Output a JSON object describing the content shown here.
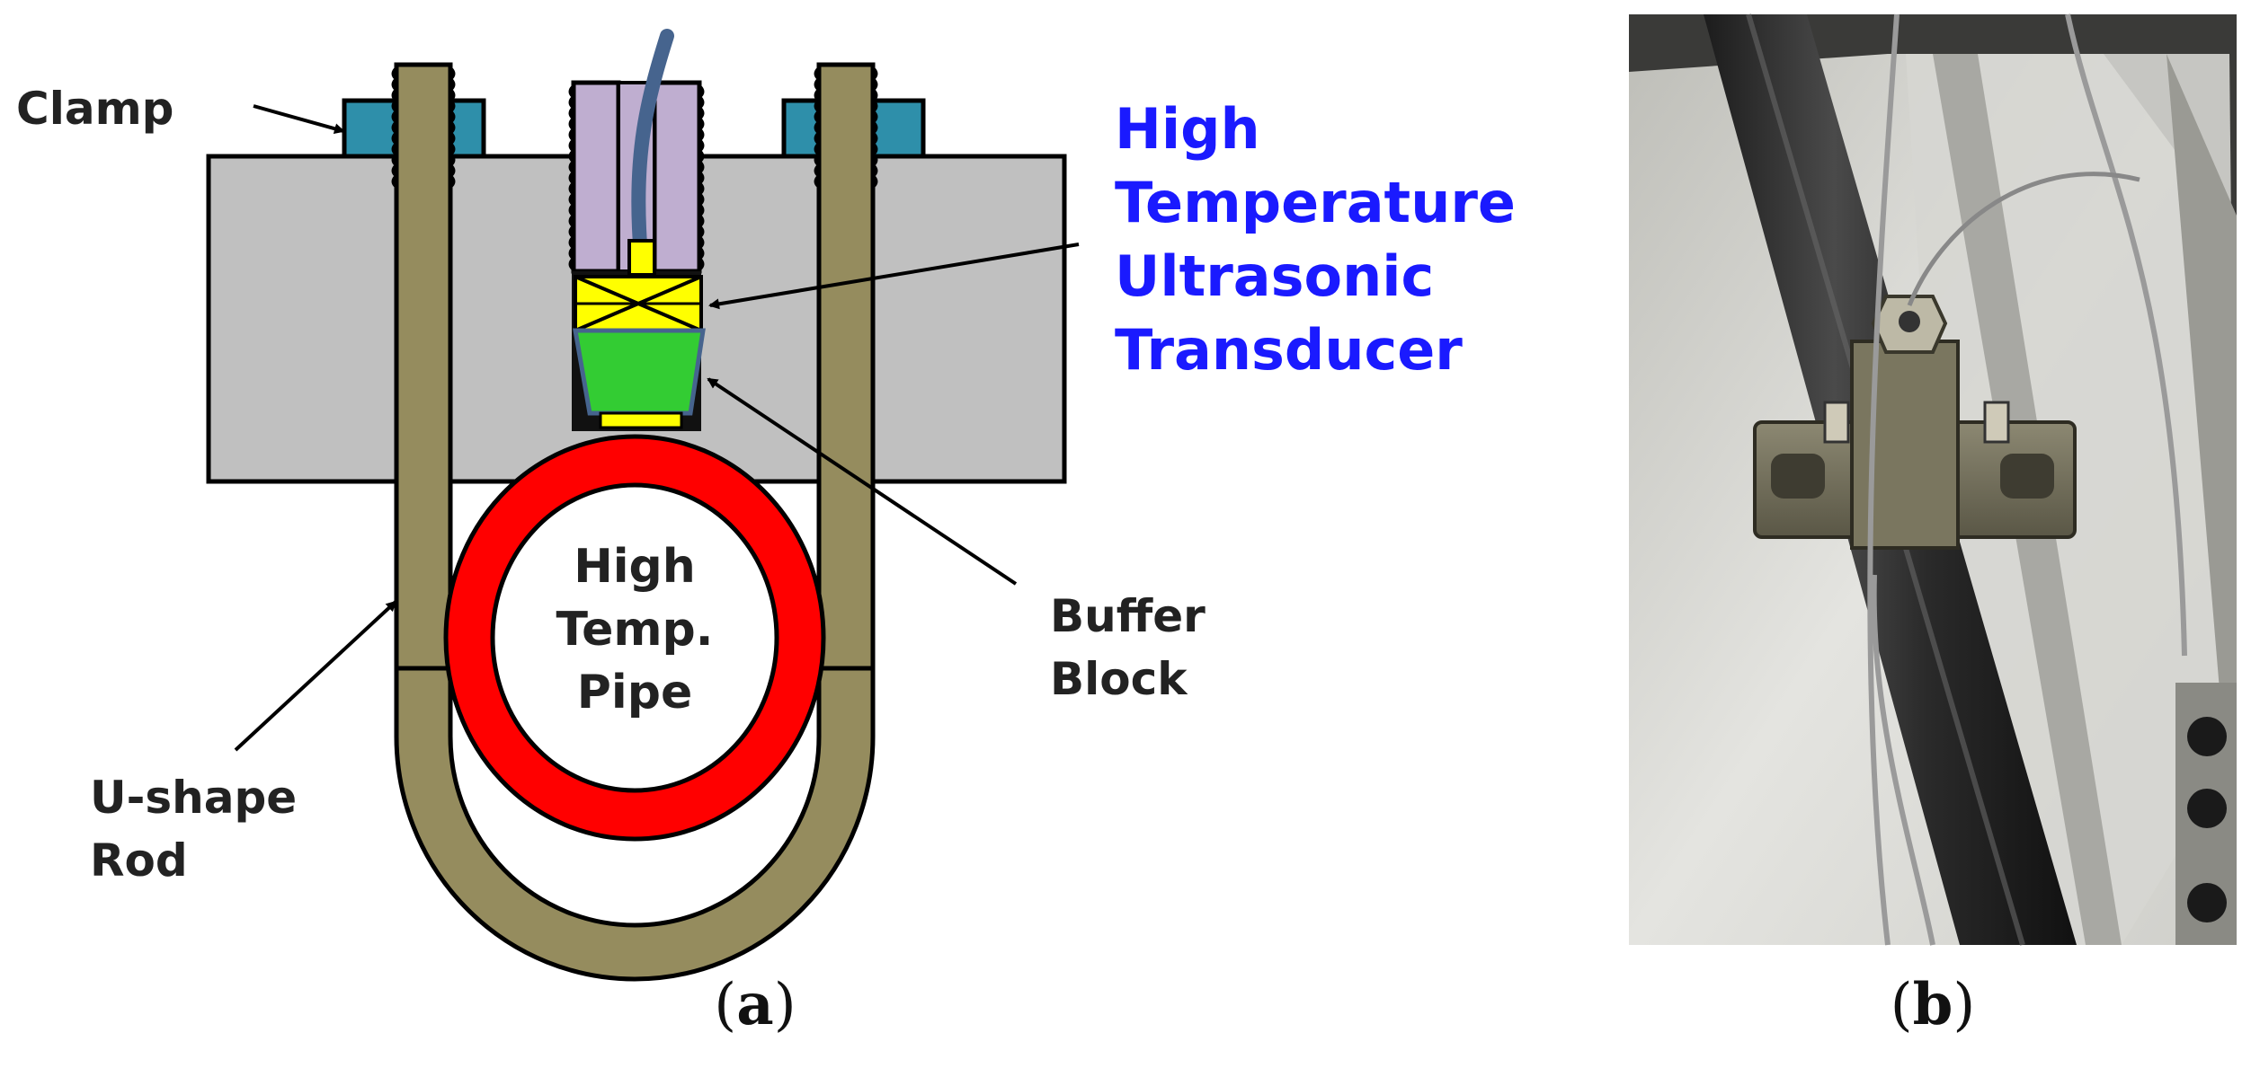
{
  "panel_a": {
    "labels": {
      "clamp": "Clamp",
      "transducer": [
        "High",
        "Temperature",
        "Ultrasonic",
        "Transducer"
      ],
      "buffer": [
        "Buffer",
        "Block"
      ],
      "pipe": [
        "High",
        "Temp.",
        "Pipe"
      ],
      "rod": [
        "U-shape",
        "Rod"
      ]
    },
    "caption": {
      "open": "(",
      "letter": "a",
      "close": ")"
    }
  },
  "panel_b": {
    "caption": {
      "open": "(",
      "letter": "b",
      "close": ")"
    }
  },
  "colors": {
    "block": "#c0c0c0",
    "rod": "#958c5e",
    "pipe": "#ff0000",
    "nut": "#2e8faa",
    "sleeve": "#bfaed0",
    "cable": "#46648e",
    "transducer": "#ffff00",
    "buffer": "#33cc33",
    "label_blue": "#1a1aff"
  }
}
